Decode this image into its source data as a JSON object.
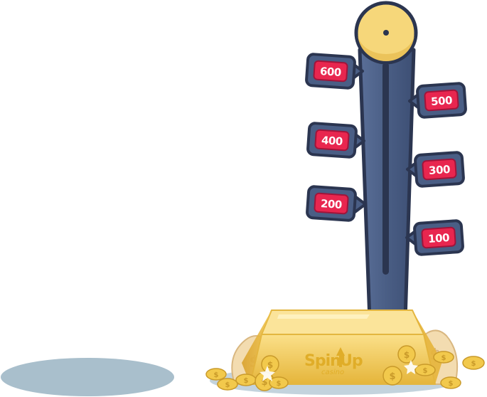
{
  "game": {
    "brand": {
      "name_left": "Spin",
      "name_right": "Up",
      "subtitle": "casino"
    },
    "score_signs": [
      {
        "label": "600"
      },
      {
        "label": "500"
      },
      {
        "label": "400"
      },
      {
        "label": "300"
      },
      {
        "label": "200"
      },
      {
        "label": "100"
      }
    ],
    "coin_symbol": "$",
    "colors": {
      "tower": "#4a5e85",
      "tower_outline": "#2b3550",
      "bell": "#f6d77a",
      "sign_panel": "#e8264f",
      "gold": "#f2c94c",
      "shadow": "#a9bfcc"
    }
  }
}
